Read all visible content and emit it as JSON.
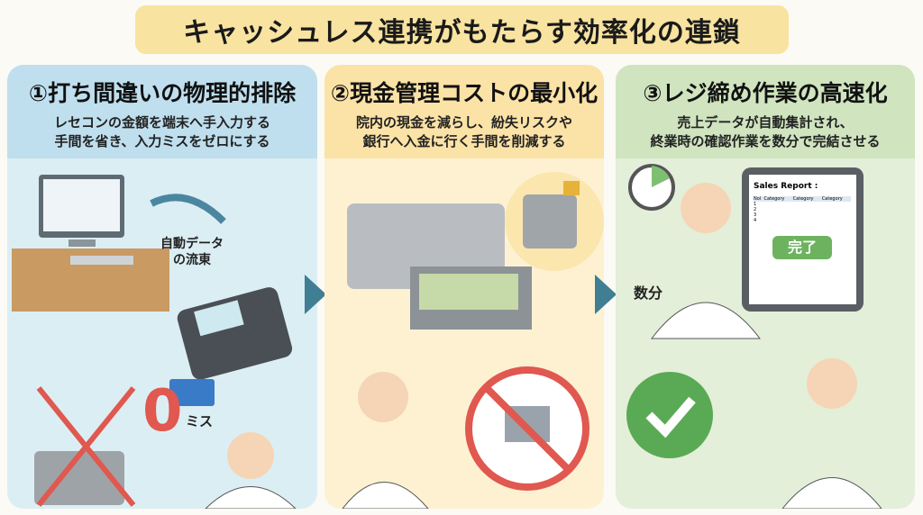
{
  "title": "キャッシュレス連携がもたらす効率化の連鎖",
  "panels": [
    {
      "heading": "①打ち間違いの物理的排除",
      "sub1": "レセコンの金額を端末へ手入力する",
      "sub2": "手間を省き、入力ミスをゼロにする",
      "flow_label1": "自動データ",
      "flow_label2": "の流東",
      "zero": "0",
      "miss": "ミス"
    },
    {
      "heading": "②現金管理コストの最小化",
      "sub1": "院内の現金を減らし、紛失リスクや",
      "sub2": "銀行へ入金に行く手間を削減する"
    },
    {
      "heading": "③レジ締め作業の高速化",
      "sub1": "売上データが自動集計され、",
      "sub2": "終業時の確認作業を数分で完結させる",
      "minutes": "数分",
      "report_title": "Sales Report :",
      "columns": [
        "Nol",
        "Category",
        "Category",
        "Category"
      ],
      "rows": [
        "1",
        "2",
        "3",
        "4"
      ],
      "done": "完了"
    }
  ],
  "colors": {
    "blue": "#bfdfee",
    "yellow": "#fbe2a6",
    "green": "#cfe4bf",
    "arrow": "#3f7e93"
  }
}
